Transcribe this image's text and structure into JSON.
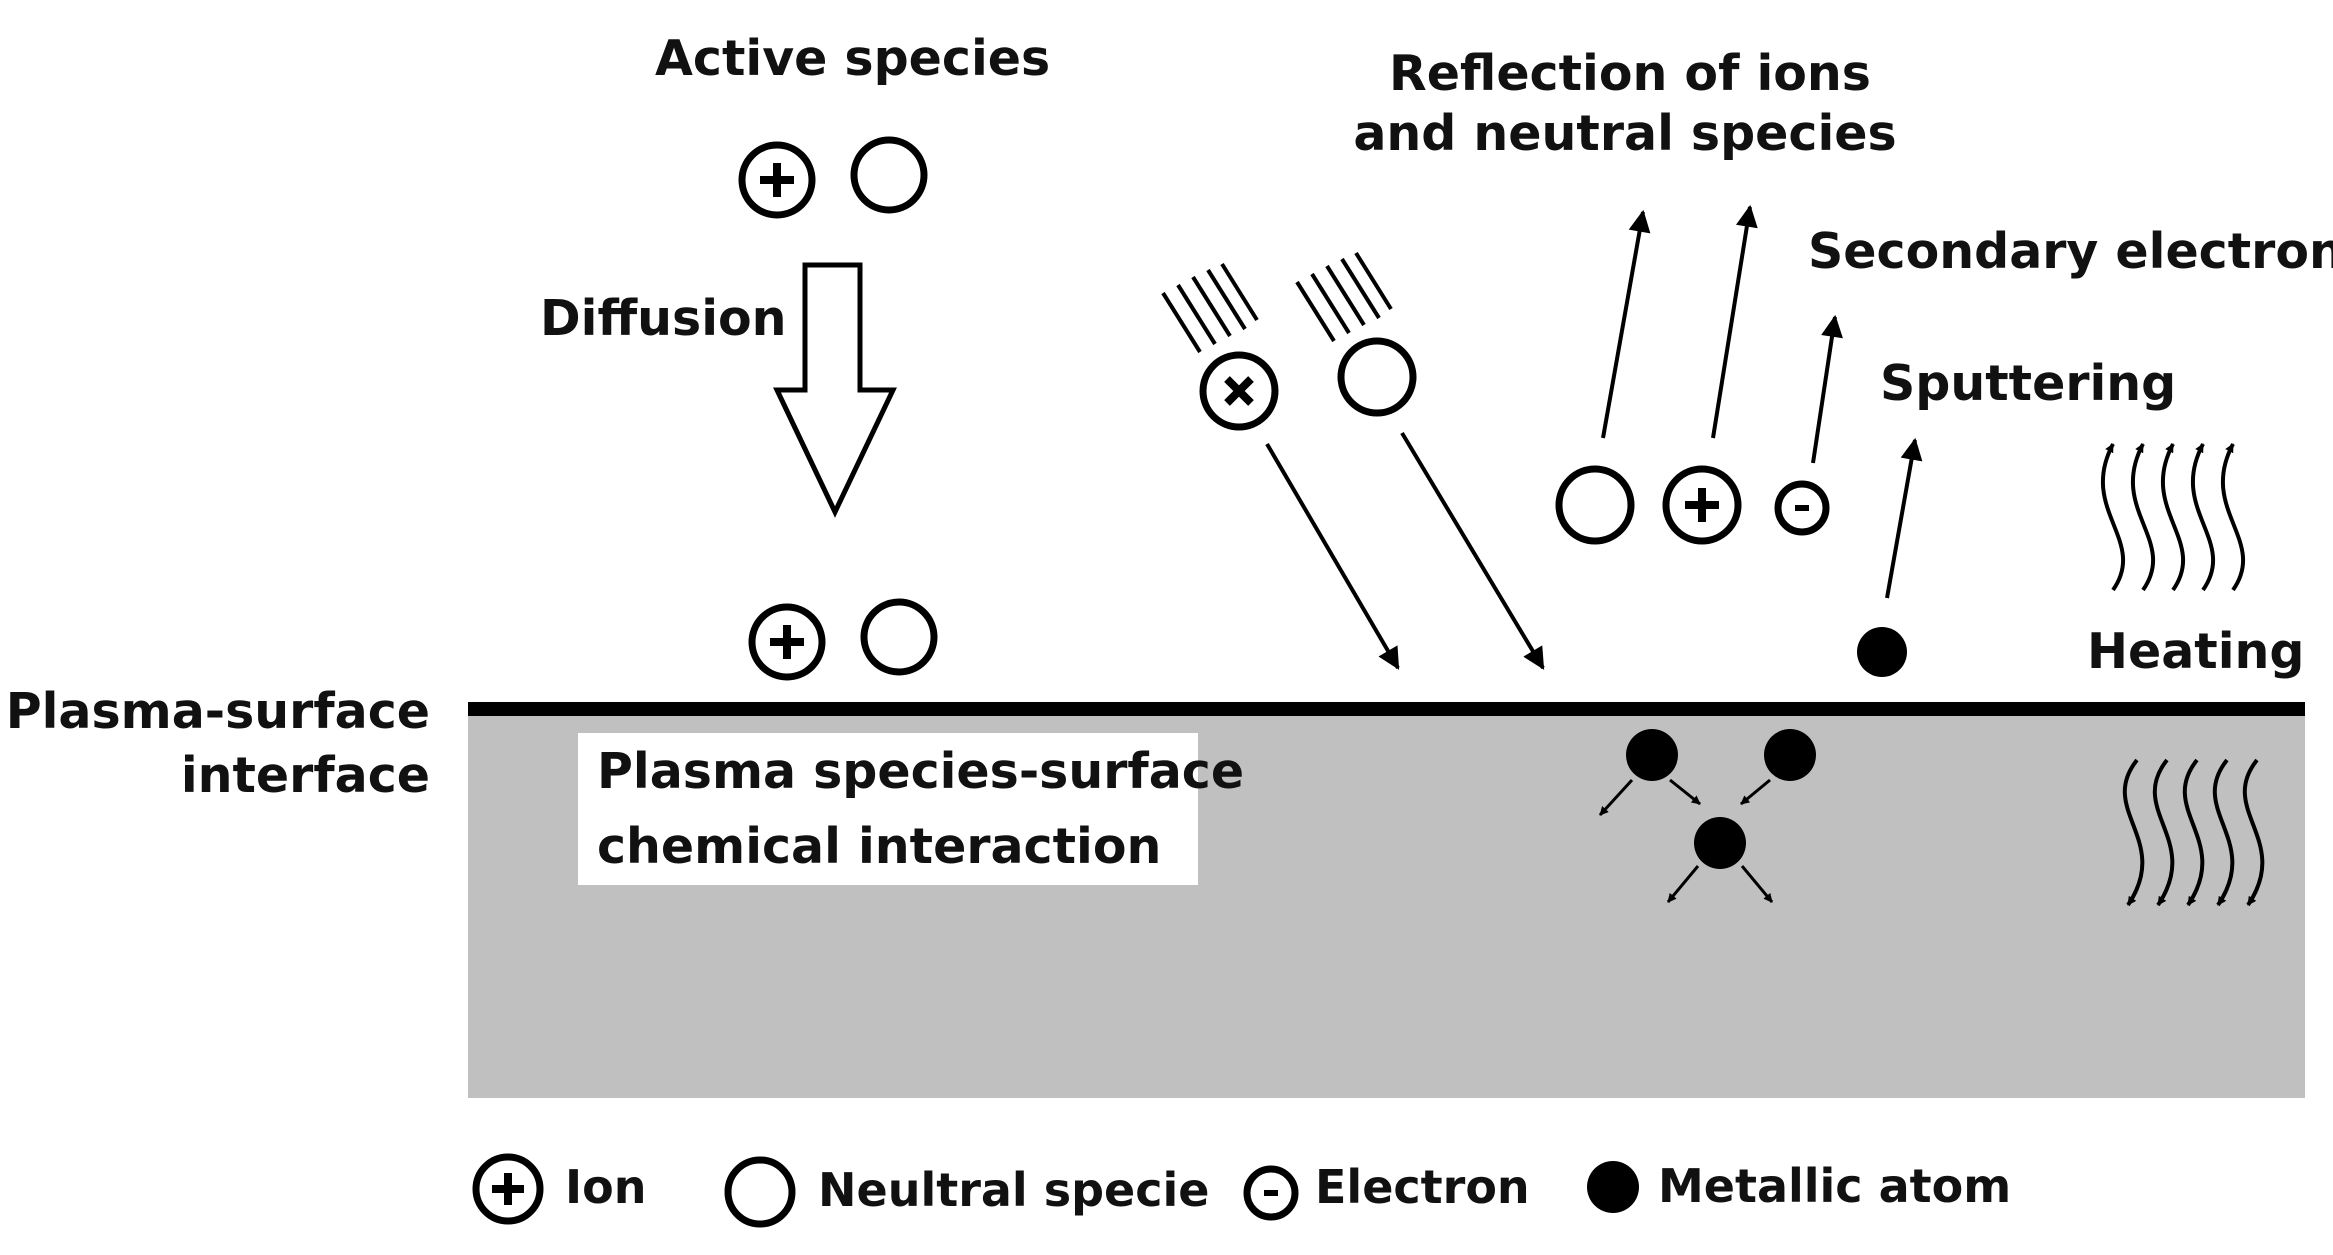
{
  "labels": {
    "active_species": "Active species",
    "diffusion": "Diffusion",
    "reflection_line1": "Reflection of ions",
    "reflection_line2": "and neutral species",
    "secondary_electrons": "Secondary electrons",
    "sputtering": "Sputtering",
    "heating": "Heating",
    "interface_line1": "Plasma-surface",
    "interface_line2": "interface",
    "chem_line1": "Plasma species-surface",
    "chem_line2": "chemical interaction"
  },
  "legend": {
    "ion": "Ion",
    "neutral": "Neultral specie",
    "electron": "Electron",
    "metal": "Metallic atom"
  },
  "colors": {
    "surface": "#c0c0c0",
    "interface_line": "#000000",
    "text": "#111111",
    "chem_box": "#ffffff"
  },
  "icons": {
    "ion": "plus-circle",
    "neutral": "open-circle",
    "electron": "minus-circle",
    "metal": "filled-circle"
  }
}
